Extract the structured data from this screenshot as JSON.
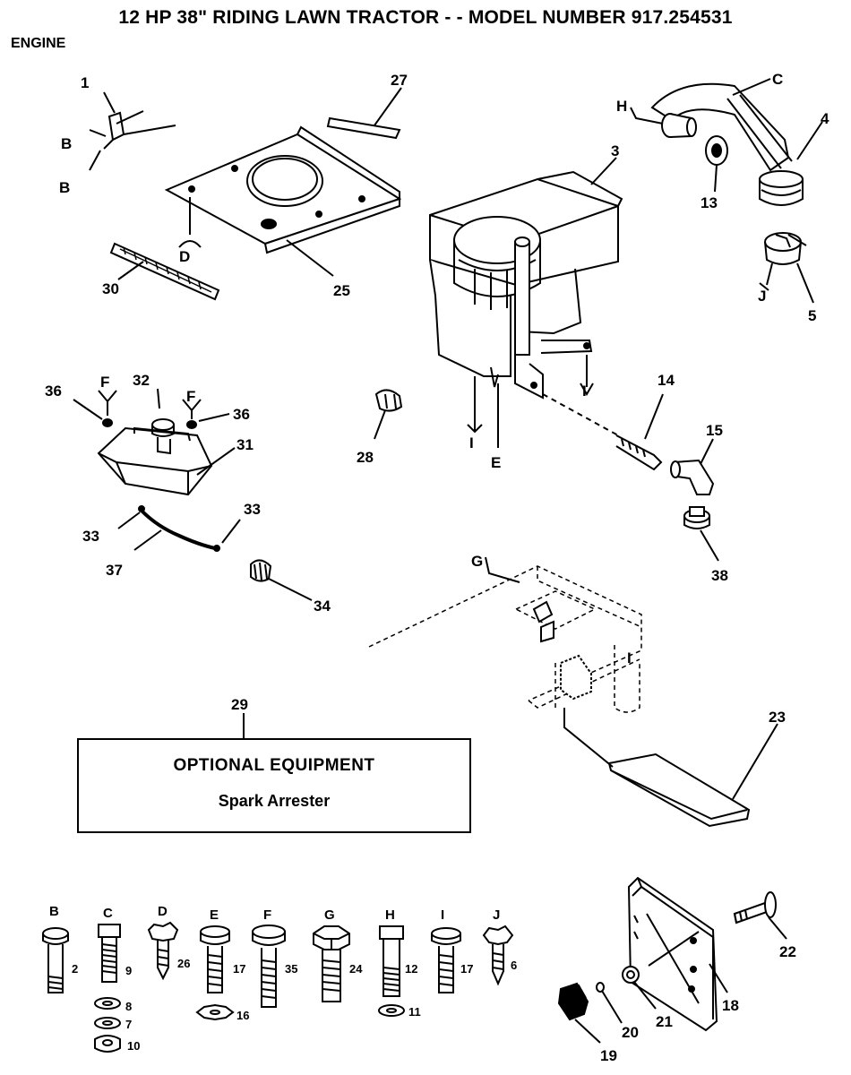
{
  "title": "12 HP 38\" RIDING LAWN TRACTOR - - MODEL NUMBER 917.254531",
  "section": "ENGINE",
  "optional_box": {
    "callout": "29",
    "heading": "OPTIONAL EQUIPMENT",
    "item": "Spark Arrester"
  },
  "callouts": {
    "p1": "1",
    "p3": "3",
    "p4": "4",
    "p5": "5",
    "p13": "13",
    "p14": "14",
    "p15": "15",
    "p18": "18",
    "p19": "19",
    "p20": "20",
    "p21": "21",
    "p22": "22",
    "p23": "23",
    "p25": "25",
    "p27": "27",
    "p28": "28",
    "p30": "30",
    "p31": "31",
    "p32": "32",
    "p33a": "33",
    "p33b": "33",
    "p34": "34",
    "p36a": "36",
    "p36b": "36",
    "p37": "37",
    "p38": "38"
  },
  "letters": {
    "b1": "B",
    "b2": "B",
    "c": "C",
    "d": "D",
    "e": "E",
    "f1": "F",
    "f2": "F",
    "g": "G",
    "h": "H",
    "i1": "I",
    "i2": "I",
    "i3": "I",
    "j": "J"
  },
  "hardware": [
    {
      "letter": "B",
      "part": "2"
    },
    {
      "letter": "C",
      "part": "9",
      "washers": [
        "8",
        "7",
        "10"
      ]
    },
    {
      "letter": "D",
      "part": "26"
    },
    {
      "letter": "E",
      "part": "17",
      "washers": [
        "16"
      ]
    },
    {
      "letter": "F",
      "part": "35"
    },
    {
      "letter": "G",
      "part": "24"
    },
    {
      "letter": "H",
      "part": "12",
      "washers": [
        "11"
      ]
    },
    {
      "letter": "I",
      "part": "17"
    },
    {
      "letter": "J",
      "part": "6"
    }
  ]
}
